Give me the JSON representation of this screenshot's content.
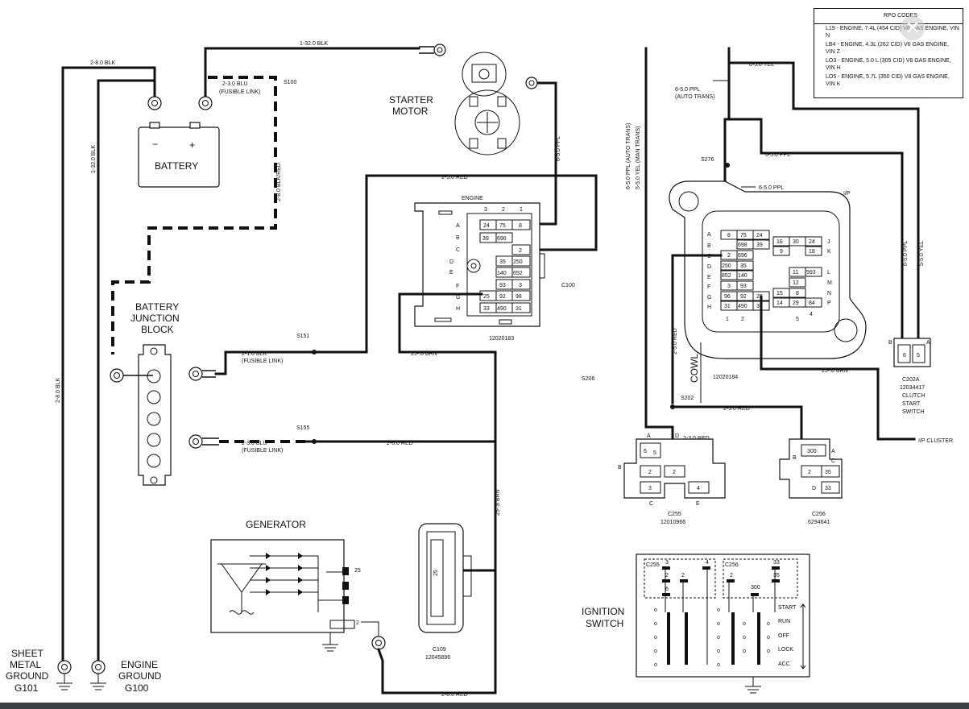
{
  "rpo": {
    "title": "RPO CODES",
    "items": [
      "L19 - ENGINE, 7.4L (454 CID) V8 GAS ENGINE, VIN N",
      "LB4 - ENGINE, 4.3L (262 CID) V6 GAS ENGINE, VIN Z",
      "LO3 - ENGINE, 5.0 L (305 CID) V8 GAS ENGINE, VIN H",
      "LO5 - ENGINE, 5.7L (350 CID) V8 GAS ENGINE, VIN K"
    ]
  },
  "components": {
    "battery": "BATTERY",
    "starter_1": "STARTER",
    "starter_2": "MOTOR",
    "bjb_1": "BATTERY",
    "bjb_2": "JUNCTION",
    "bjb_3": "BLOCK",
    "generator": "GENERATOR",
    "ign_1": "IGNITION",
    "ign_2": "SWITCH",
    "sheet_1": "SHEET",
    "sheet_2": "METAL",
    "sheet_3": "GROUND",
    "sheet_4": "G101",
    "eng_1": "ENGINE",
    "eng_2": "GROUND",
    "eng_3": "G100",
    "cowl": "COWL",
    "clutch_1": "C202A",
    "clutch_2": "12034417",
    "clutch_3": "CLUTCH",
    "clutch_4": "START",
    "clutch_5": "SWITCH",
    "engine_conn": "ENGINE",
    "ip": "I/P"
  },
  "wires": {
    "w_2_8_blk_top": "2-8.0 BLK",
    "w_1_32_blk_top": "1-32.0 BLK",
    "w_2_3_blu_fl": "2-3.0 BLU",
    "fusible": "(FUSIBLE LINK)",
    "s100": "S100",
    "w_1_32_blk_vert": "1-32.0 BLK",
    "w_2_8_blkred": "2-8.0 BLK/RED",
    "w_2_5_red": "2-5.0 RED",
    "w_6_5_ppl": "6-5.0 PPL",
    "w_2_1_blk": "2-1.0 BLK",
    "s151": "S151",
    "w_25_8_brn": "25-.8 BRN",
    "w_2_3_blu_b": "2-3.0 BLU",
    "s155": "S155",
    "w_2_8_red": "2-8.0 RED",
    "w_2_8_blk_vert": "2-8.0 BLK",
    "w_25_8_brn_v": "25-.8 BRN",
    "w_2_8_red_bot": "2-8.0 RED",
    "s206": "S206",
    "w_6_5_yel_top": "6-5.0 YEL",
    "w_6_5_ppl_auto": "6-5.0 PPL",
    "auto_trans": "(AUTO TRANS)",
    "w_vert_auto": "6-5.0 PPL (AUTO TRANS)",
    "w_vert_man": "5-5.0 YEL (MAN TRANS)",
    "s276": "S276",
    "w_6_5_ppl_2": "6-5.0 PPL",
    "w_6_5_ppl_3": "6-5.0 PPL",
    "w_6_5_ppl_r": "6-5.0 PPL",
    "w_5_5_yel_r": "5-5.0 YEL",
    "w_2_5_red_v": "2-5.0 RED",
    "w_25_8_brn_ip": "25-.8 BRN",
    "s202": "S202",
    "w_2_3_red": "2-3.0 RED",
    "w_2_3_red_b": "2-3.0 RED",
    "ip_cluster": "I/P CLUSTER"
  },
  "connectors": {
    "c100": "C100",
    "c100_pn": "12020183",
    "ip_pn": "12020184",
    "c109": "C109",
    "c109_pn": "12045896",
    "c255": "C255",
    "c255_pn": "12010966",
    "c256": "C256",
    "c256_pn": "6294641"
  },
  "switch": {
    "start": "START",
    "run": "RUN",
    "off": "OFF",
    "lock": "LOCK",
    "acc": "ACC",
    "c255": "C255",
    "c256": "C256"
  }
}
